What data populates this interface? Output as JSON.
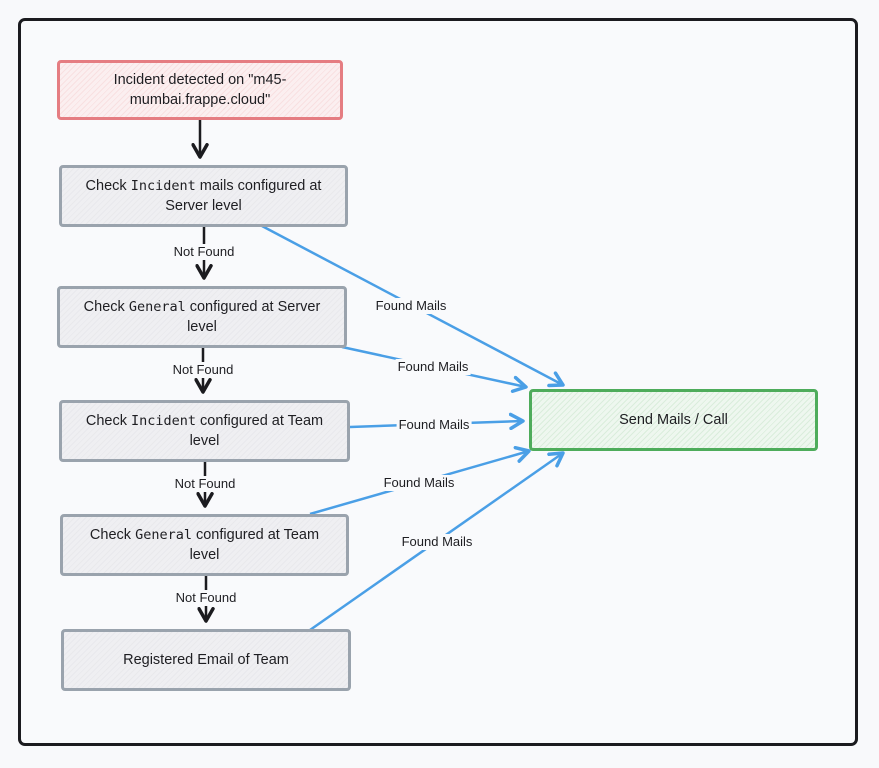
{
  "nodes": {
    "incident": {
      "text": "Incident detected on \"m45-mumbai.frappe.cloud\""
    },
    "check_incident_server": {
      "prefix": "Check ",
      "code": "Incident",
      "suffix": " mails configured at Server level"
    },
    "check_general_server": {
      "prefix": "Check ",
      "code": "General",
      "suffix": " configured at Server level"
    },
    "check_incident_team": {
      "prefix": "Check ",
      "code": "Incident",
      "suffix": " configured at Team level"
    },
    "check_general_team": {
      "prefix": "Check ",
      "code": "General",
      "suffix": " configured at Team level"
    },
    "registered_email": {
      "text": "Registered Email of Team"
    },
    "send_mails": {
      "text": "Send Mails / Call"
    }
  },
  "edges": {
    "not_found_1": "Not Found",
    "not_found_2": "Not Found",
    "not_found_3": "Not Found",
    "not_found_4": "Not Found",
    "found_1": "Found Mails",
    "found_2": "Found Mails",
    "found_3": "Found Mails",
    "found_4": "Found Mails",
    "found_5": "Found Mails"
  },
  "colors": {
    "flow_arrow": "#1b1b1f",
    "found_arrow": "#4a9fe6",
    "start_border": "#e57d82",
    "end_border": "#4eac5b",
    "node_border": "#9aa3ad"
  }
}
